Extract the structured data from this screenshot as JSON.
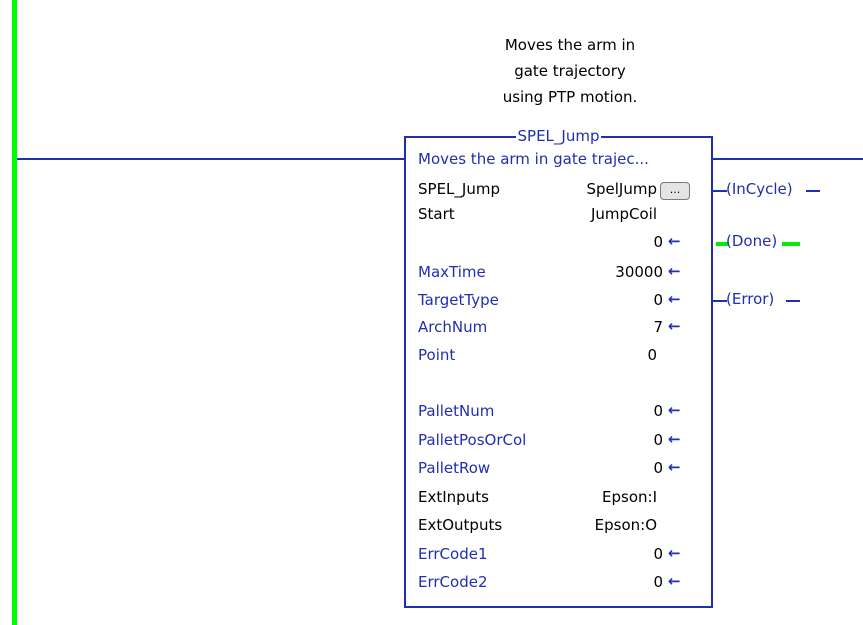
{
  "rung": {
    "description": [
      "Moves the arm in",
      "gate trajectory",
      "using PTP motion."
    ]
  },
  "block": {
    "name": "SPEL_Jump",
    "description_short": "Moves the arm in gate trajec...",
    "rows": [
      {
        "label": "SPEL_Jump",
        "value": "SpelJump",
        "arrow": ""
      },
      {
        "label": "Start",
        "value": "JumpCoil",
        "arrow": ""
      },
      {
        "label": "",
        "value": "0",
        "arrow": "←"
      },
      {
        "label": "MaxTime",
        "value": "30000",
        "arrow": "←"
      },
      {
        "label": "TargetType",
        "value": "0",
        "arrow": "←"
      },
      {
        "label": "ArchNum",
        "value": "7",
        "arrow": "←"
      },
      {
        "label": "Point",
        "value": "0",
        "arrow": ""
      },
      {
        "label": "PalletNum",
        "value": "0",
        "arrow": "←"
      },
      {
        "label": "PalletPosOrCol",
        "value": "0",
        "arrow": "←"
      },
      {
        "label": "PalletRow",
        "value": "0",
        "arrow": "←"
      },
      {
        "label": "ExtInputs",
        "value": "Epson:I",
        "arrow": ""
      },
      {
        "label": "ExtOutputs",
        "value": "Epson:O",
        "arrow": ""
      },
      {
        "label": "ErrCode1",
        "value": "0",
        "arrow": "←"
      },
      {
        "label": "ErrCode2",
        "value": "0",
        "arrow": "←"
      }
    ],
    "ellipsis_label": "..."
  },
  "outputs": [
    {
      "label": "InCycle"
    },
    {
      "label": "Done"
    },
    {
      "label": "Error"
    }
  ],
  "colors": {
    "wire": "#1f2fb0",
    "rail_energized": "#00ff00",
    "label_black": "#000000"
  }
}
